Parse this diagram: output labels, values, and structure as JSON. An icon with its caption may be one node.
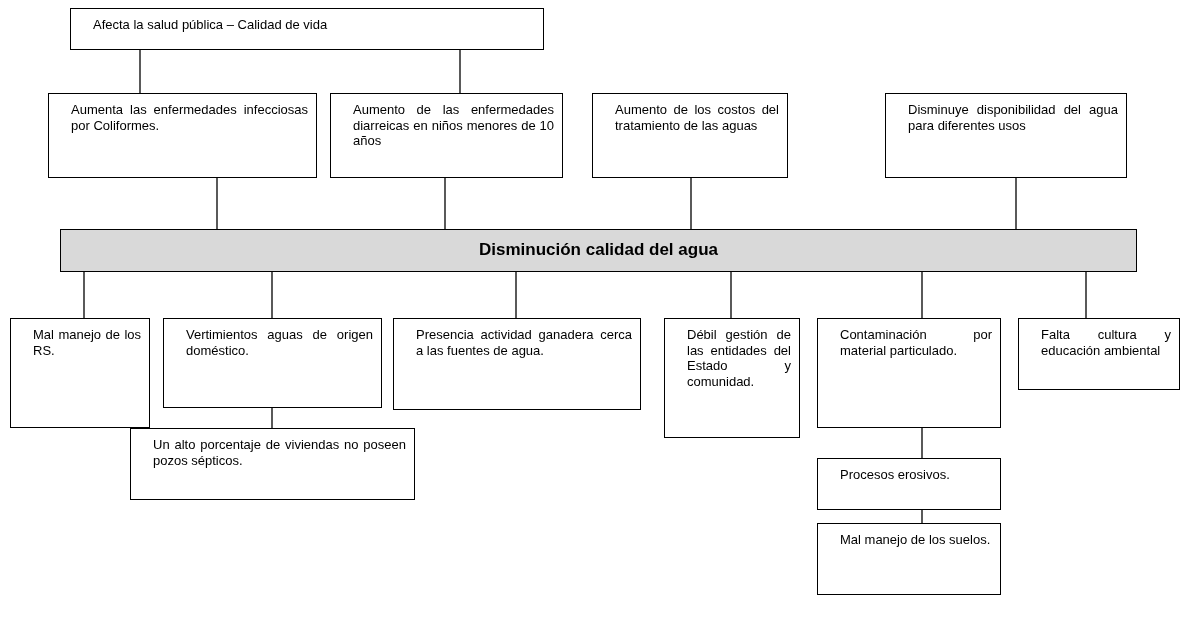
{
  "diagram": {
    "nodes": [
      {
        "text": [
          "Afecta la salud pública – Calidad de vida"
        ]
      },
      {
        "text": [
          "Aumenta las enfermedades infecciosas por Coliformes."
        ]
      },
      {
        "text": [
          "Aumento de las enfermedades diarreicas en niños menores de 10 años"
        ]
      },
      {
        "text": [
          "Aumento de los costos del tratamiento de las aguas"
        ]
      },
      {
        "text": [
          "Disminuye disponibilidad del agua para diferentes usos"
        ]
      },
      {
        "text": [
          "Disminución calidad del agua"
        ]
      },
      {
        "text": [
          "Mal manejo de los RS."
        ]
      },
      {
        "text": [
          "Vertimientos aguas de origen doméstico."
        ]
      },
      {
        "text": [
          "Presencia actividad ganadera cerca a las fuentes de agua."
        ]
      },
      {
        "text": [
          "Débil gestión de las entidades del Estado y comunidad."
        ]
      },
      {
        "text": [
          "Contaminación por material particulado."
        ]
      },
      {
        "text": [
          "Falta cultura y educación ambiental"
        ]
      },
      {
        "text": [
          "Un alto porcentaje de viviendas no poseen pozos sépticos."
        ]
      },
      {
        "text": [
          "Procesos erosivos."
        ]
      },
      {
        "text": [
          "Mal manejo de los suelos."
        ]
      }
    ],
    "edges": [
      {
        "from": 0,
        "to": 1,
        "arrow": "none"
      },
      {
        "from": 0,
        "to": 2,
        "arrow": "none"
      },
      {
        "from": 1,
        "to": 5,
        "arrow": "none"
      },
      {
        "from": 2,
        "to": 5,
        "arrow": "none"
      },
      {
        "from": 3,
        "to": 5,
        "arrow": "none"
      },
      {
        "from": 4,
        "to": 5,
        "arrow": "none"
      },
      {
        "from": 5,
        "to": 6,
        "arrow": "none"
      },
      {
        "from": 5,
        "to": 7,
        "arrow": "none"
      },
      {
        "from": 5,
        "to": 8,
        "arrow": "none"
      },
      {
        "from": 5,
        "to": 9,
        "arrow": "none"
      },
      {
        "from": 5,
        "to": 10,
        "arrow": "none"
      },
      {
        "from": 5,
        "to": 11,
        "arrow": "none"
      },
      {
        "from": 7,
        "to": 12,
        "arrow": "none"
      },
      {
        "from": 10,
        "to": 13,
        "arrow": "none"
      },
      {
        "from": 13,
        "to": 14,
        "arrow": "none"
      }
    ]
  }
}
